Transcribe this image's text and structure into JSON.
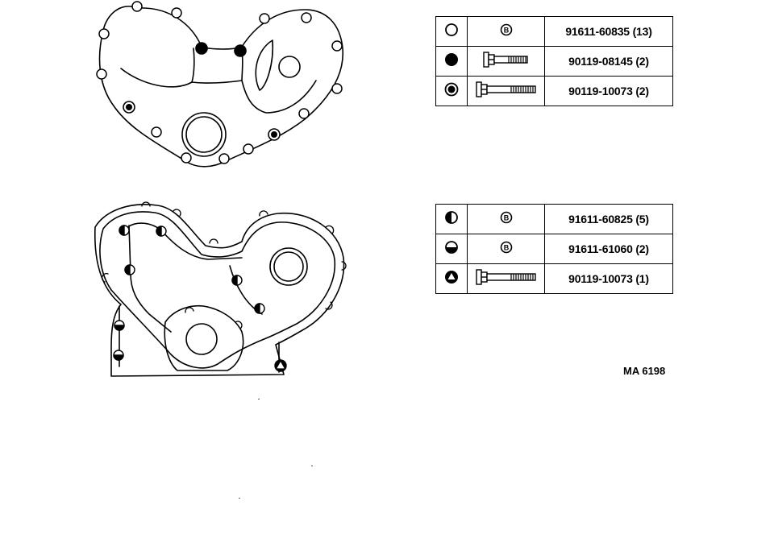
{
  "table_top": {
    "rows": [
      {
        "symbol": "open-circle-icon",
        "part": "flange-bolt-b-icon",
        "part_label": "B",
        "number": "91611-60835 (13)"
      },
      {
        "symbol": "filled-circle-icon",
        "part": "short-bolt-icon",
        "number": "90119-08145 (2)"
      },
      {
        "symbol": "dotted-circle-icon",
        "part": "long-bolt-icon",
        "number": "90119-10073 (2)"
      }
    ]
  },
  "table_bottom": {
    "rows": [
      {
        "symbol": "half-left-circle-icon",
        "part": "flange-bolt-b-icon",
        "part_label": "B",
        "number": "91611-60825 (5)"
      },
      {
        "symbol": "half-bottom-circle-icon",
        "part": "flange-bolt-b-icon",
        "part_label": "B",
        "number": "91611-61060 (2)"
      },
      {
        "symbol": "triangle-circle-icon",
        "part": "long-bolt-icon",
        "number": "90119-10073 (1)"
      }
    ]
  },
  "figure_code": "MA 6198",
  "colors": {
    "ink": "#000000",
    "paper": "#ffffff"
  }
}
